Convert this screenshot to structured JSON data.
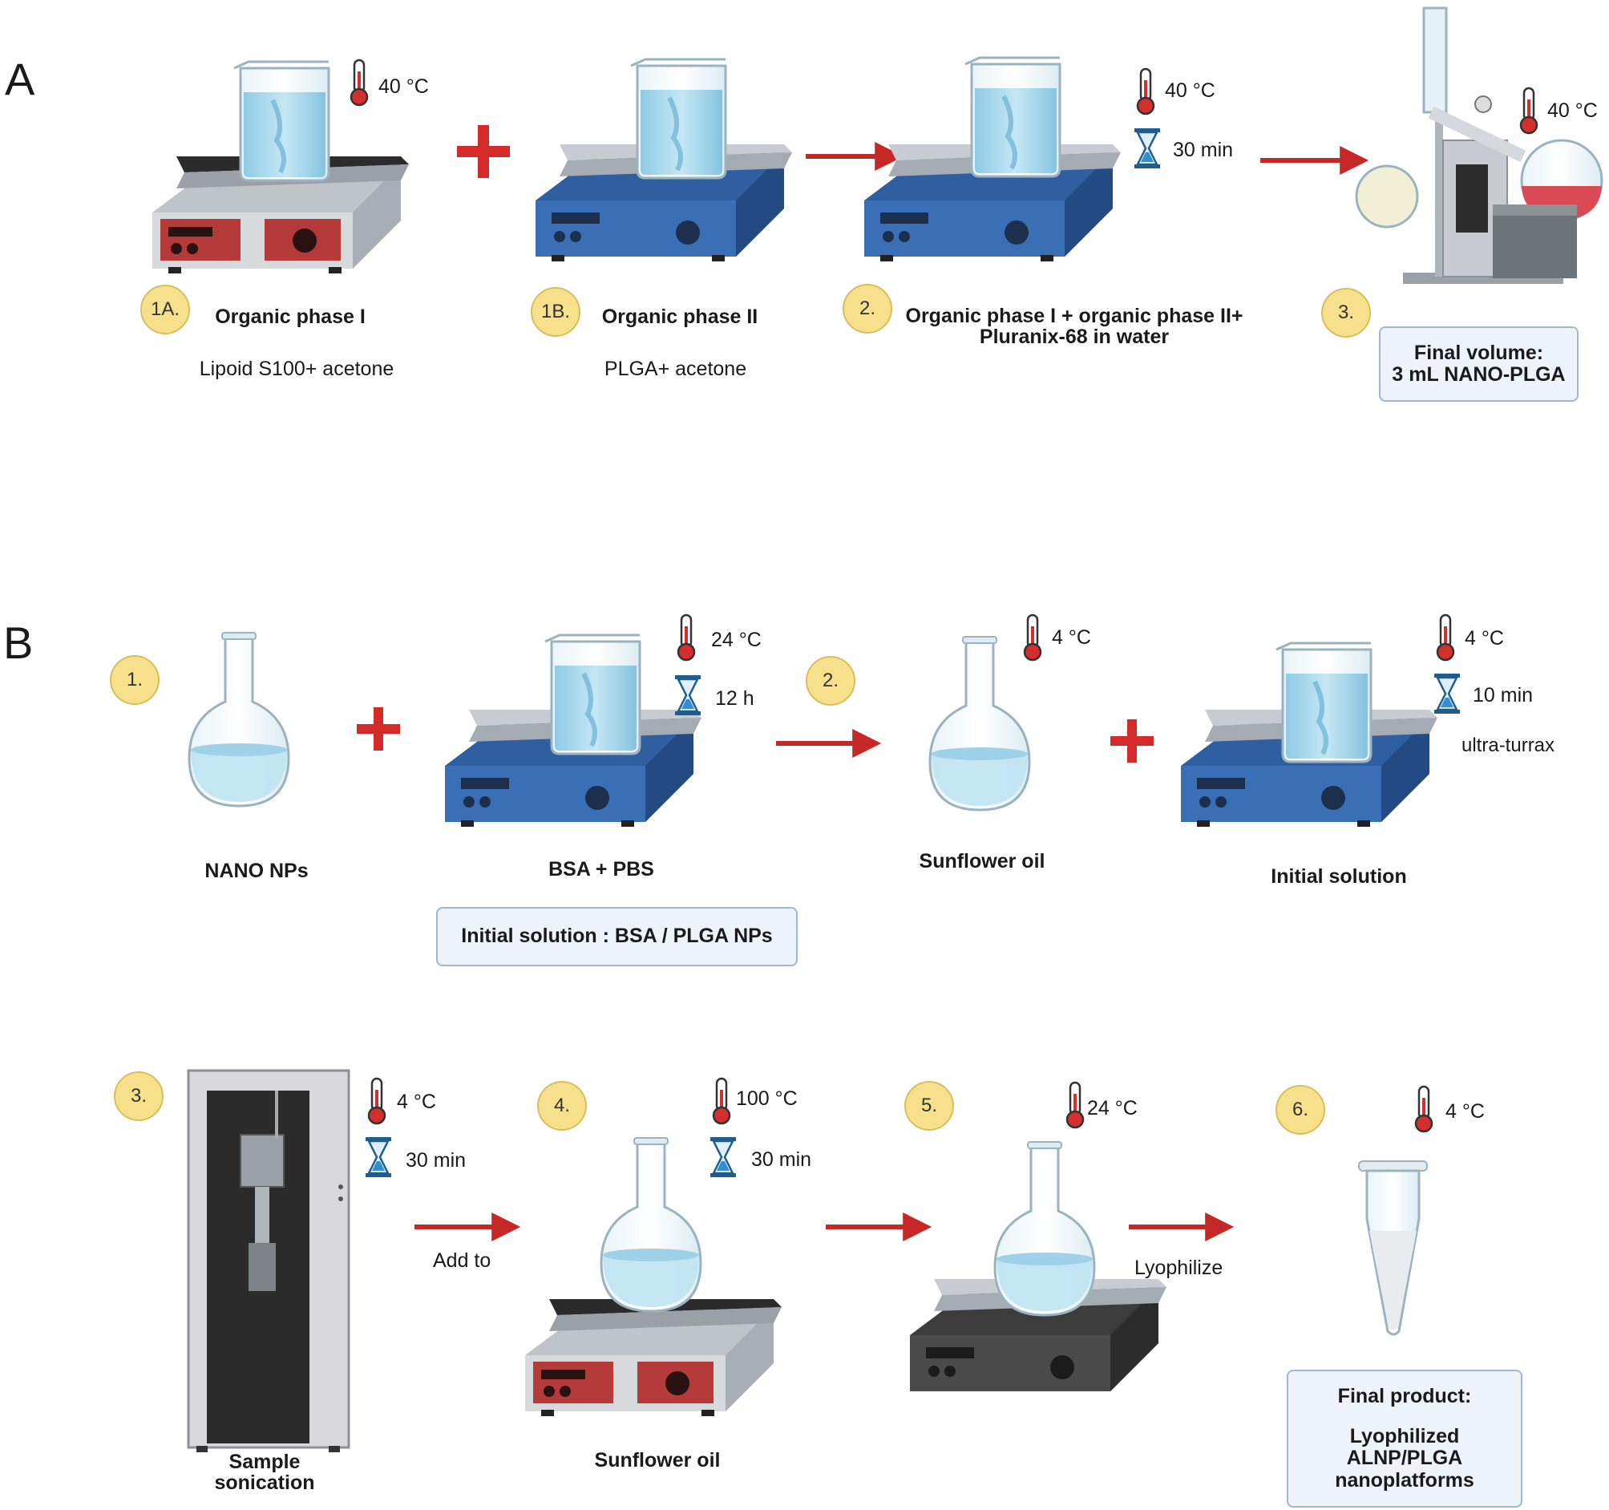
{
  "panel_a": {
    "letter": "A",
    "steps": [
      {
        "badge": "1A.",
        "title": "Organic phase I",
        "subtitle": "Lipoid S100+ acetone"
      },
      {
        "badge": "1B.",
        "title": "Organic phase II",
        "subtitle": "PLGA+ acetone"
      },
      {
        "badge": "2.",
        "title_line1": "Organic phase I + organic phase II+",
        "title_line2": "Pluranix-68 in water"
      },
      {
        "badge": "3."
      }
    ],
    "conditions": {
      "temp_1a": "40 °C",
      "temp_2": "40 °C",
      "time_2": "30 min",
      "temp_3": "40 °C"
    },
    "final_box": {
      "line1": "Final volume:",
      "line2": "3 mL NANO-PLGA"
    }
  },
  "panel_b": {
    "letter": "B",
    "badges": {
      "b1": "1.",
      "b2": "2.",
      "b3": "3.",
      "b4": "4.",
      "b5": "5.",
      "b6": "6."
    },
    "labels": {
      "nano_nps": "NANO  NPs",
      "bsa_pbs": "BSA + PBS",
      "sunflower_oil_1": "Sunflower oil",
      "initial_solution": "Initial solution",
      "sample_sonication_1": "Sample",
      "sample_sonication_2": "sonication",
      "sunflower_oil_2": "Sunflower oil"
    },
    "conditions": {
      "temp_bsa": "24  °C",
      "time_bsa": "12 h",
      "temp_oil": "4  °C",
      "temp_init": "4 °C",
      "time_init": "10 min",
      "ultra_turrax": "ultra-turrax",
      "temp_3": "4 °C",
      "time_3": "30 min",
      "temp_4": "100  °C",
      "time_4": "30 min",
      "temp_5": "24  °C",
      "temp_6": "4 °C"
    },
    "arrow_labels": {
      "add_to": "Add to",
      "lyophilize": "Lyophilize"
    },
    "initial_box": "Initial solution :  BSA / PLGA NPs",
    "final_box": {
      "line1": "Final product:",
      "line2": "Lyophilized",
      "line3": "ALNP/PLGA",
      "line4": "nanoplatforms"
    }
  },
  "colors": {
    "plus_red": "#d42a2a",
    "arrow_red": "#c62828",
    "liquid_blue": "#a9d8ee",
    "stirrer_blue": "#2f5fa0",
    "stirrer_red": "#b53a3a",
    "badge_yellow": "#f7e08c"
  }
}
